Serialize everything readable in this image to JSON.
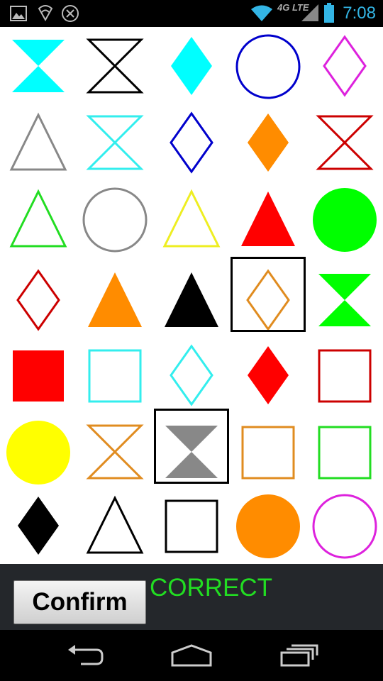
{
  "status_bar": {
    "time": "7:08",
    "network": "4G LTE",
    "icons": [
      "image-notification-icon",
      "wifi-notification-icon",
      "android-notification-icon",
      "wifi-signal-icon",
      "cell-signal-icon",
      "battery-icon"
    ],
    "accent_color": "#33b5e5"
  },
  "grid": {
    "rows": 7,
    "cols": 5,
    "cells": [
      {
        "shape": "hourglass",
        "color": "#00ffff",
        "filled": true,
        "selected": false
      },
      {
        "shape": "hourglass",
        "color": "#000000",
        "filled": false,
        "selected": false
      },
      {
        "shape": "diamond",
        "color": "#00ffff",
        "filled": true,
        "selected": false
      },
      {
        "shape": "circle",
        "color": "#0000cc",
        "filled": false,
        "selected": false
      },
      {
        "shape": "diamond",
        "color": "#dd22dd",
        "filled": false,
        "selected": false
      },
      {
        "shape": "triangle",
        "color": "#888888",
        "filled": false,
        "selected": false
      },
      {
        "shape": "hourglass",
        "color": "#33eeee",
        "filled": false,
        "selected": false
      },
      {
        "shape": "diamond",
        "color": "#0000cc",
        "filled": false,
        "selected": false
      },
      {
        "shape": "diamond",
        "color": "#ff8c00",
        "filled": true,
        "selected": false
      },
      {
        "shape": "hourglass",
        "color": "#cc0000",
        "filled": false,
        "selected": false
      },
      {
        "shape": "triangle",
        "color": "#22dd22",
        "filled": false,
        "selected": false
      },
      {
        "shape": "circle",
        "color": "#888888",
        "filled": false,
        "selected": false
      },
      {
        "shape": "triangle",
        "color": "#eeee22",
        "filled": false,
        "selected": false
      },
      {
        "shape": "triangle",
        "color": "#ff0000",
        "filled": true,
        "selected": false
      },
      {
        "shape": "circle",
        "color": "#00ff00",
        "filled": true,
        "selected": false
      },
      {
        "shape": "diamond",
        "color": "#cc0000",
        "filled": false,
        "selected": false
      },
      {
        "shape": "triangle",
        "color": "#ff8c00",
        "filled": true,
        "selected": false
      },
      {
        "shape": "triangle",
        "color": "#000000",
        "filled": true,
        "selected": false
      },
      {
        "shape": "diamond",
        "color": "#e08c20",
        "filled": false,
        "selected": true
      },
      {
        "shape": "hourglass",
        "color": "#00ff00",
        "filled": true,
        "selected": false
      },
      {
        "shape": "square",
        "color": "#ff0000",
        "filled": true,
        "selected": false
      },
      {
        "shape": "square",
        "color": "#33eeee",
        "filled": false,
        "selected": false
      },
      {
        "shape": "diamond",
        "color": "#33eeee",
        "filled": false,
        "selected": false
      },
      {
        "shape": "diamond",
        "color": "#ff0000",
        "filled": true,
        "selected": false
      },
      {
        "shape": "square",
        "color": "#cc0000",
        "filled": false,
        "selected": false
      },
      {
        "shape": "circle",
        "color": "#ffff00",
        "filled": true,
        "selected": false
      },
      {
        "shape": "hourglass",
        "color": "#e08c20",
        "filled": false,
        "selected": false
      },
      {
        "shape": "hourglass",
        "color": "#888888",
        "filled": true,
        "selected": true
      },
      {
        "shape": "square",
        "color": "#e08c20",
        "filled": false,
        "selected": false
      },
      {
        "shape": "square",
        "color": "#22dd22",
        "filled": false,
        "selected": false
      },
      {
        "shape": "diamond",
        "color": "#000000",
        "filled": true,
        "selected": false
      },
      {
        "shape": "triangle",
        "color": "#000000",
        "filled": false,
        "selected": false
      },
      {
        "shape": "square",
        "color": "#000000",
        "filled": false,
        "selected": false
      },
      {
        "shape": "circle",
        "color": "#ff8c00",
        "filled": true,
        "selected": false
      },
      {
        "shape": "circle",
        "color": "#dd22dd",
        "filled": false,
        "selected": false
      }
    ]
  },
  "controls": {
    "confirm_label": "Confirm",
    "result_text": "CORRECT",
    "result_color": "#22dd22"
  },
  "nav_bar": {
    "icons": [
      "back-icon",
      "home-icon",
      "recent-apps-icon"
    ]
  }
}
